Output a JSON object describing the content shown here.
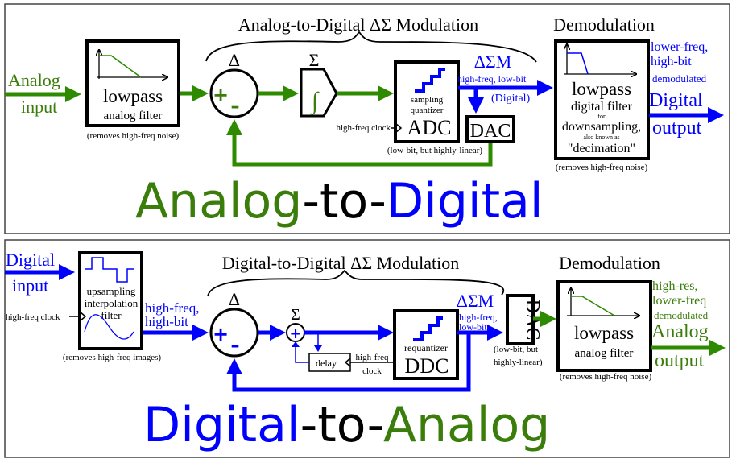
{
  "colors": {
    "analog_green": "#3a7d0a",
    "digital_blue": "#0000ff",
    "black": "#000000"
  },
  "adc": {
    "modulation_title": "Analog-to-Digital ΔΣ Modulation",
    "demodulation_title": "Demodulation",
    "input_line1": "Analog",
    "input_line2": "input",
    "filter_main": "lowpass",
    "filter_sub": "analog filter",
    "filter_note": "(removes high-freq noise)",
    "delta": "Δ",
    "plus": "+",
    "minus": "–",
    "sigma": "Σ",
    "integral": "∫",
    "quantizer_line1": "sampling",
    "quantizer_line2": "quantizer",
    "adc_label": "ADC",
    "clock_label": "high-freq clock",
    "adc_note": "(low-bit, but highly-linear)",
    "dsm_label": "ΔΣM",
    "dsm_sub": "high-freq, low-bit",
    "dsm_digital": "(Digital)",
    "dac_label": "DAC",
    "demod_main": "lowpass",
    "demod_sub1": "digital filter",
    "demod_for": "for",
    "demod_sub2": "downsampling,",
    "demod_aka": "also known as",
    "demod_decimation": "\"decimation\"",
    "demod_note": "(removes high-freq noise)",
    "out_desc1": "lower-freq,",
    "out_desc2": "high-bit",
    "out_desc3": "demodulated",
    "output_line1": "Digital",
    "output_line2": "output",
    "big_title_part1": "Analog",
    "big_title_part2": "-to-",
    "big_title_part3": "Digital"
  },
  "dac": {
    "modulation_title": "Digital-to-Digital ΔΣ Modulation",
    "demodulation_title": "Demodulation",
    "input_line1": "Digital",
    "input_line2": "input",
    "filter_line1": "upsampling",
    "filter_line2": "interpolation",
    "filter_line3": "filter",
    "clock_label": "high-freq clock",
    "filter_note": "(removes high-freq images)",
    "signal_line1": "high-freq,",
    "signal_line2": "high-bit",
    "delta": "Δ",
    "plus": "+",
    "minus": "–",
    "sigma": "Σ",
    "small_plus": "+",
    "delay_label": "delay",
    "delay_clock1": "high-freq",
    "delay_clock2": "clock",
    "requantizer_label": "requantizer",
    "ddc_label": "DDC",
    "dsm_label": "ΔΣM",
    "dsm_sub1": "high-freq,",
    "dsm_sub2": "low-bit",
    "dac_label": "DAC",
    "dac_note1": "(low-bit, but",
    "dac_note2": "highly-linear)",
    "demod_main": "lowpass",
    "demod_sub": "analog filter",
    "demod_note": "(removes high-freq noise)",
    "out_desc1": "high-res,",
    "out_desc2": "lower-freq",
    "out_desc3": "demodulated",
    "output_line1": "Analog",
    "output_line2": "output",
    "big_title_part1": "Digital",
    "big_title_part2": "-to-",
    "big_title_part3": "Analog"
  }
}
